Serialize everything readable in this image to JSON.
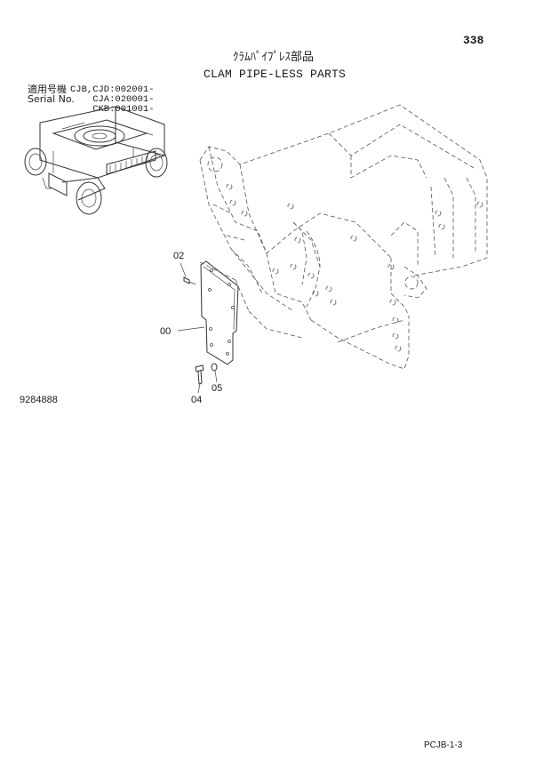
{
  "header": {
    "page_number": "338",
    "title_jp": "ｸﾗﾑﾊﾟｲﾌﾟﾚｽ部品",
    "title_en": "CLAM PIPE-LESS PARTS"
  },
  "serial_block": {
    "label_jp": "適用号機",
    "label_en": "Serial No.",
    "lines": [
      "CJB,CJD:002001-",
      "CJA:020001-",
      "CKB:001001-"
    ]
  },
  "callouts": {
    "c02": "02",
    "c00": "00",
    "c04": "04",
    "c05": "05"
  },
  "drawing_number": "9284888",
  "footer": {
    "code": "PCJB-1-3"
  }
}
